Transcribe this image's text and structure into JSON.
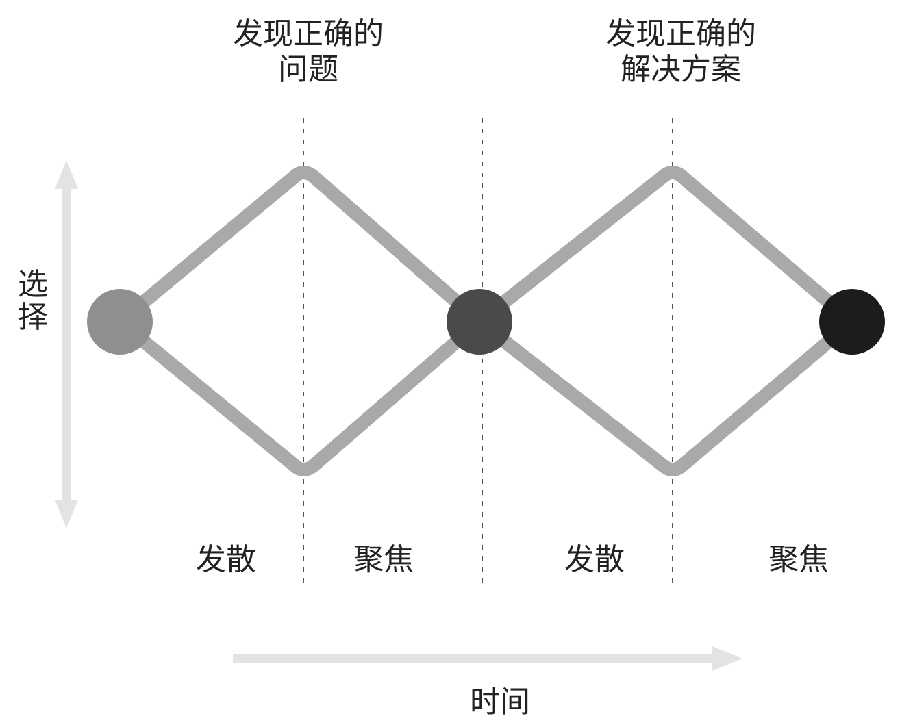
{
  "header": {
    "problem_label_line1": "发现正确的",
    "problem_label_line2": "问题",
    "solution_label_line1": "发现正确的",
    "solution_label_line2": "解决方案"
  },
  "axes": {
    "vertical_label_line1": "选",
    "vertical_label_line2": "择",
    "horizontal_label": "时间"
  },
  "phases": [
    {
      "label": "发散"
    },
    {
      "label": "聚焦"
    },
    {
      "label": "发散"
    },
    {
      "label": "聚焦"
    }
  ],
  "colors": {
    "diamond_stroke": "#a9a9a9",
    "axis_arrow": "#e3e3e3",
    "node_start": "#8f8f8f",
    "node_middle": "#4a4a4a",
    "node_end": "#1c1c1c",
    "divider": "#555555"
  }
}
